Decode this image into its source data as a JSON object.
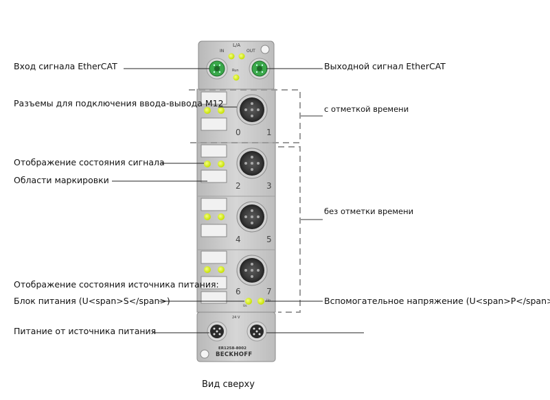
{
  "labels": {
    "ethercat_in": "Вход сигнала EtherCAT",
    "ethercat_out": "Выходной сигнал EtherCAT",
    "m12_connectors": "Разъемы для подключения ввода-вывода M12",
    "timestamp": "с отметкой времени",
    "signal_status": "Отображение состояния сигнала",
    "marking_areas": "Области маркировки",
    "no_timestamp": "без отметки времени",
    "power_status_title": "Отображение состояния источника питания:",
    "power_unit": "Блок питания (U<span>S</span>)",
    "aux_voltage": "Вспомогательное напряжение (U<span>P</span>)",
    "power_supply": "Питание от источника питания",
    "top_view": "Вид сверху"
  },
  "device": {
    "in": "IN",
    "la": "L/A",
    "out": "OUT",
    "run": "Run",
    "channels": [
      "0",
      "1",
      "2",
      "3",
      "4",
      "5",
      "6",
      "7"
    ],
    "us": "Us",
    "up": "Up",
    "power_label": "24 V",
    "model": "ER1258-8002",
    "brand": "BECKHOFF"
  },
  "colors": {
    "led": "#d4f000",
    "housing": "#c9c9c9",
    "connector_green": "#3aa84a",
    "dashed_line": "#9a9a9a"
  }
}
